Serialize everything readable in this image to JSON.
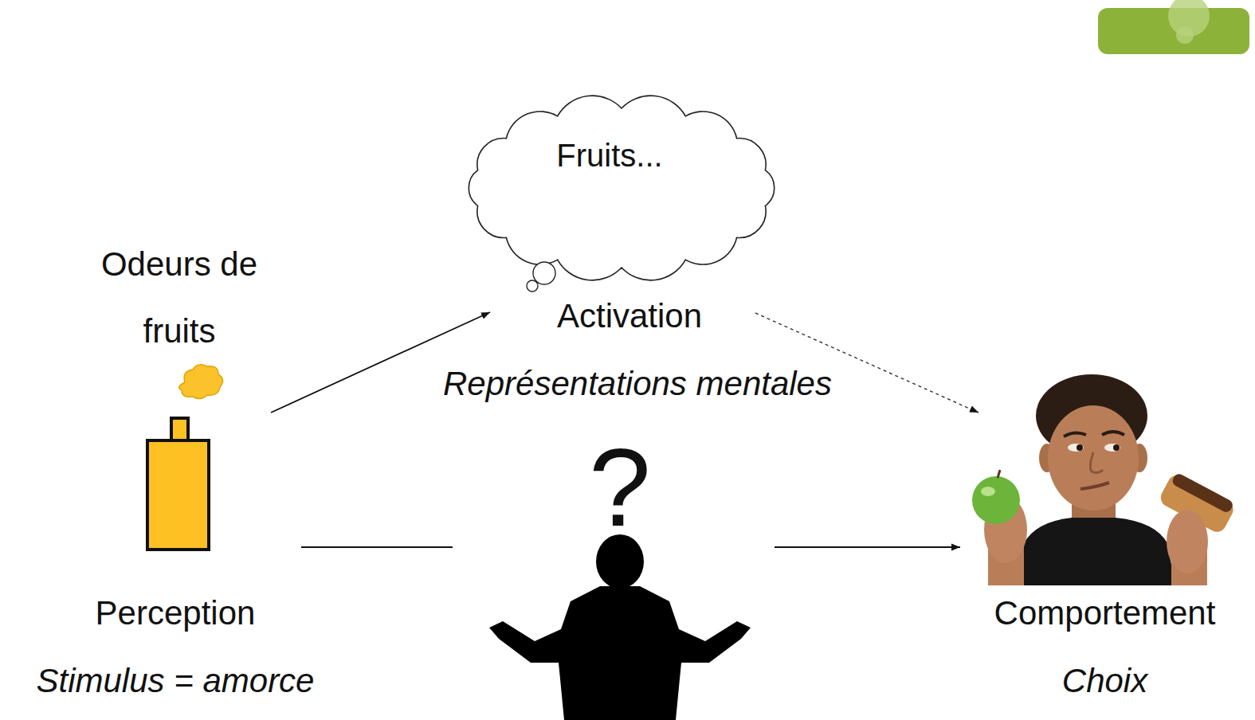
{
  "diagram": {
    "nodes": [
      {
        "text": [
          "Odeurs de fruits",
          "Perception",
          "Stimulus = amorce"
        ]
      },
      {
        "text": [
          "Fruits...",
          "Activation",
          "Représentations mentales"
        ]
      },
      {
        "text": [
          "?"
        ]
      },
      {
        "text": [
          "Comportement",
          "Choix"
        ]
      }
    ],
    "edges": [
      {
        "from": 0,
        "to": 1,
        "arrow": "to"
      },
      {
        "from": 1,
        "to": 3,
        "arrow": "to"
      },
      {
        "from": 0,
        "to": 2,
        "arrow": "none"
      },
      {
        "from": 2,
        "to": 3,
        "arrow": "to"
      }
    ]
  }
}
